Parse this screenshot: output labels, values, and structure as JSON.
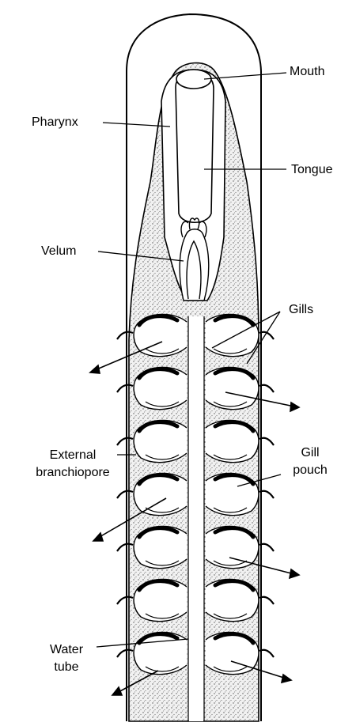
{
  "diagram": {
    "labels": {
      "mouth": "Mouth",
      "pharynx": "Pharynx",
      "tongue": "Tongue",
      "velum": "Velum",
      "gills": "Gills",
      "external_branchiopore_line1": "External",
      "external_branchiopore_line2": "branchiopore",
      "gill_pouch_line1": "Gill",
      "gill_pouch_line2": "pouch",
      "water_tube_line1": "Water",
      "water_tube_line2": "tube"
    },
    "colors": {
      "ink": "#000000",
      "stipple": "#e3e3e3",
      "background": "#ffffff"
    }
  }
}
